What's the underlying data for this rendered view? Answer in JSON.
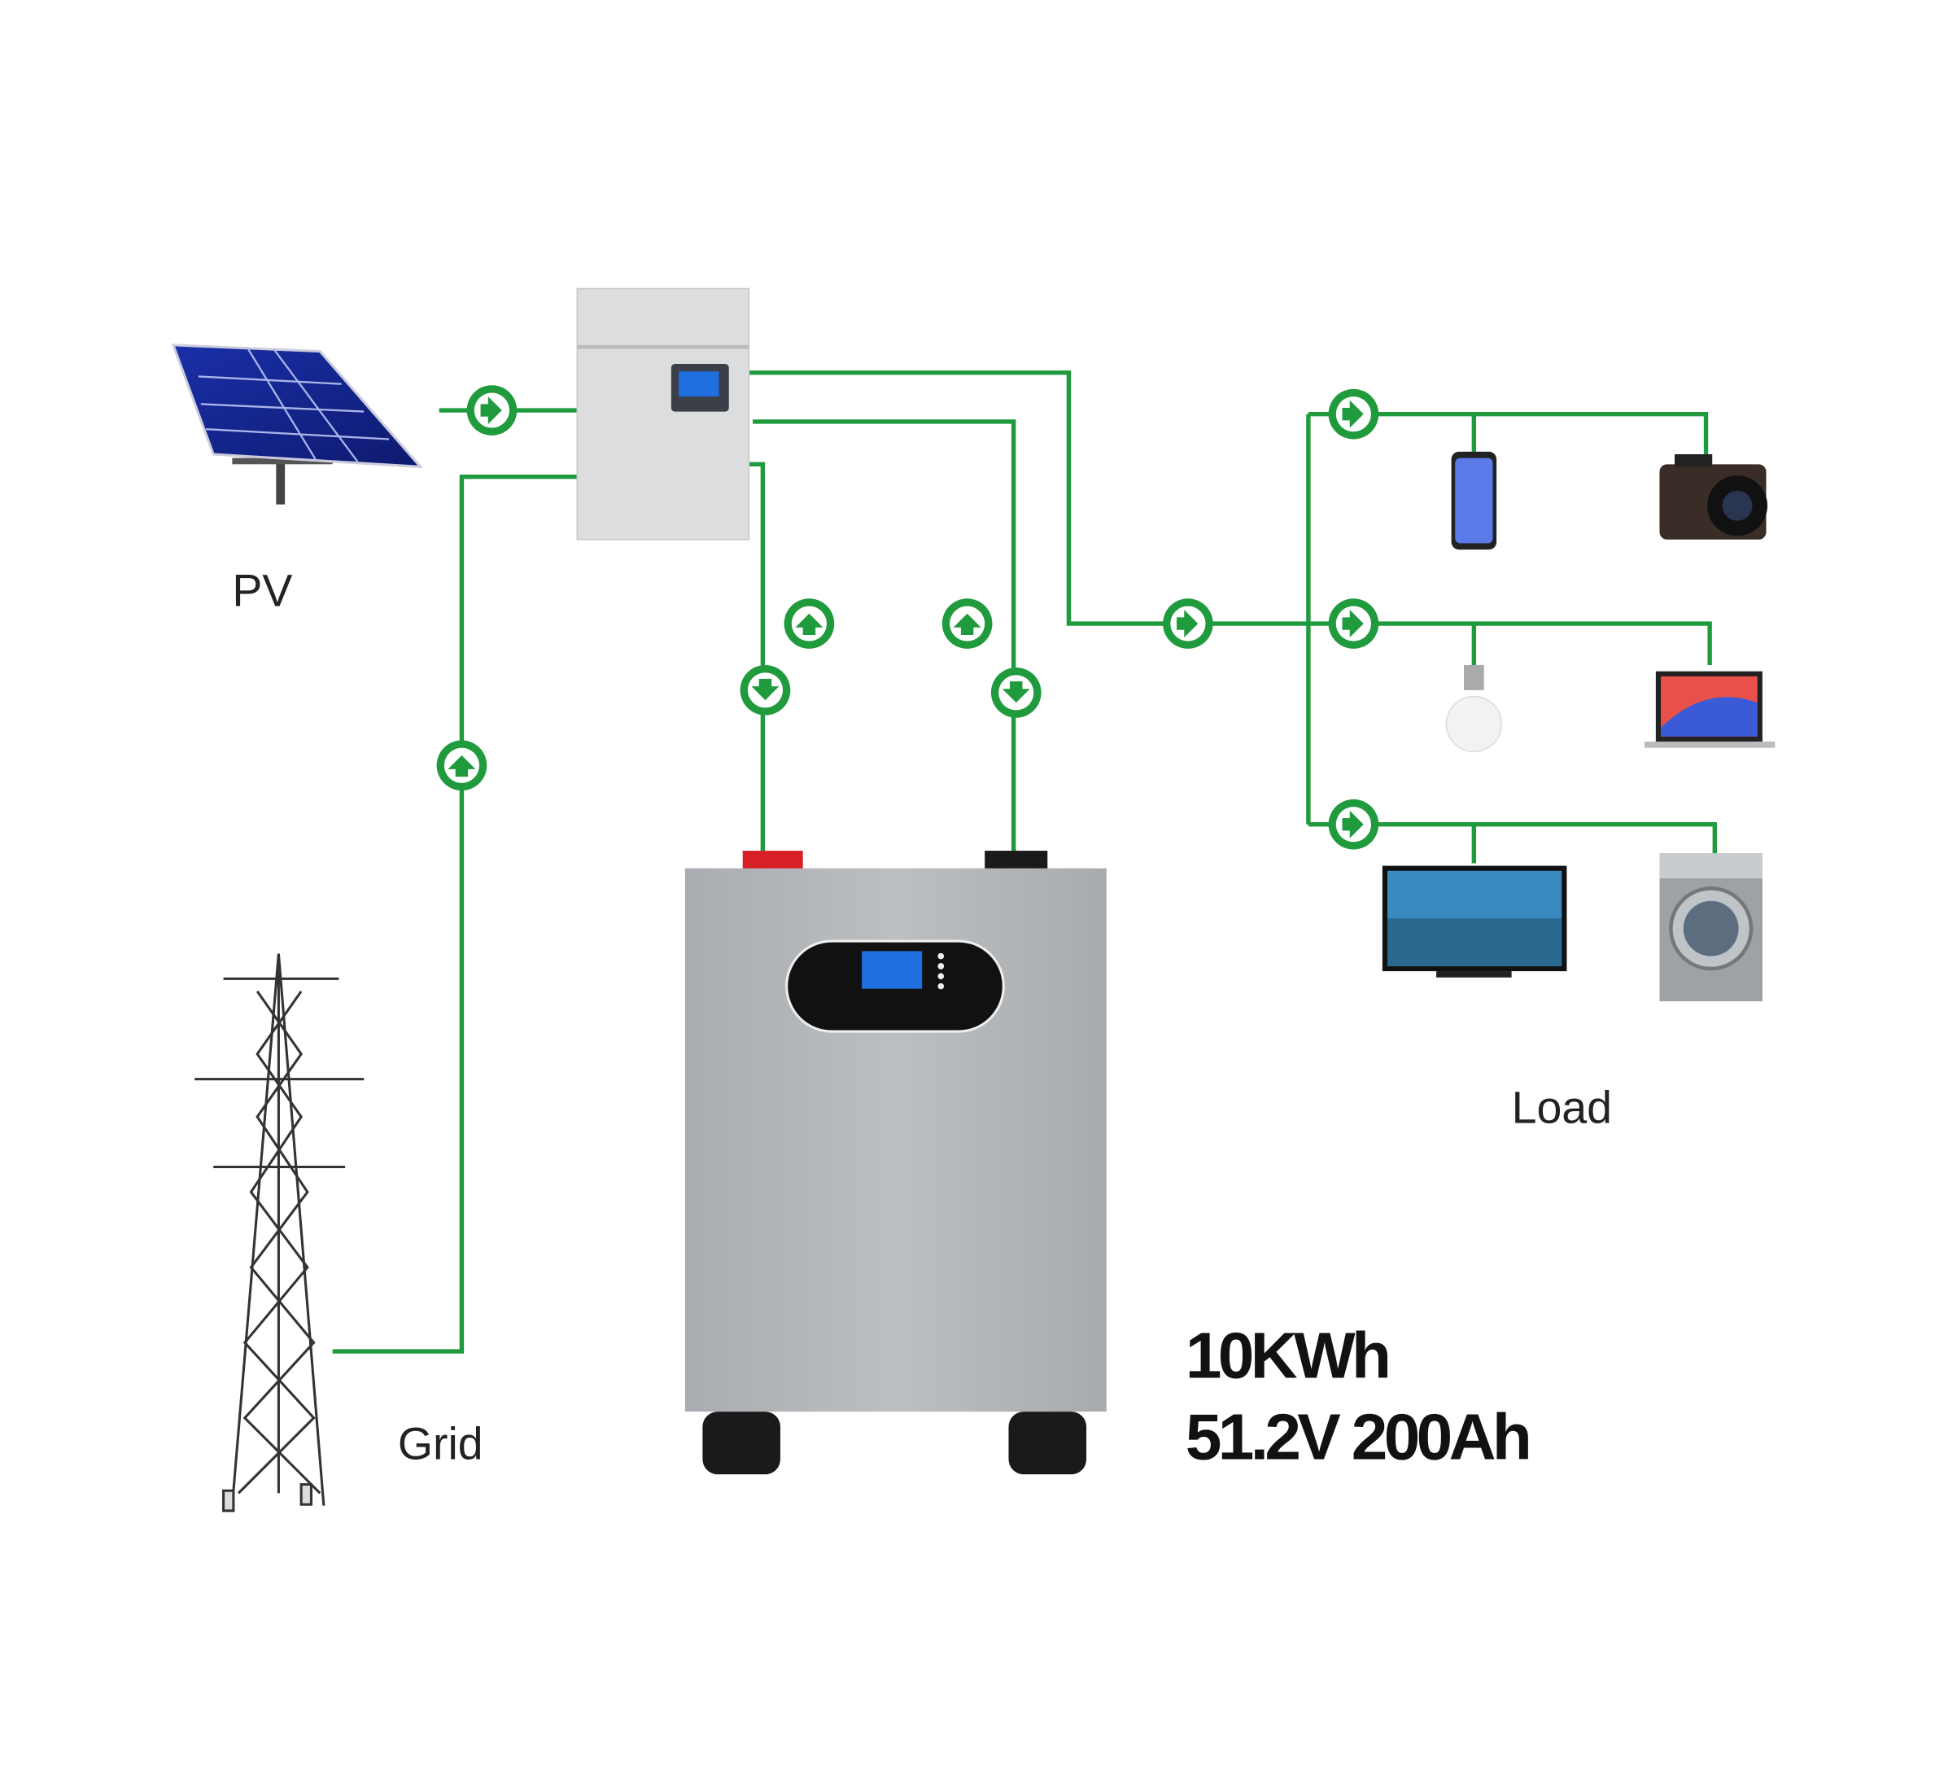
{
  "labels": {
    "pv": "PV",
    "grid": "Grid",
    "load": "Load"
  },
  "battery_spec": {
    "capacity": "10KWh",
    "voltage_capacity": "51.2V 200Ah"
  },
  "colors": {
    "flow_green": "#1f9a3c",
    "battery_body": "#b4b7ba",
    "inverter_body": "#d9dadb",
    "lcd_blue": "#1f6fe0"
  },
  "icons": [
    "solar-panel-icon",
    "inverter-icon",
    "power-tower-icon",
    "battery-icon",
    "phone-icon",
    "camera-icon",
    "bulb-icon",
    "laptop-icon",
    "tv-icon",
    "washing-machine-icon",
    "arrow-right-icon",
    "arrow-up-icon",
    "arrow-down-icon"
  ]
}
